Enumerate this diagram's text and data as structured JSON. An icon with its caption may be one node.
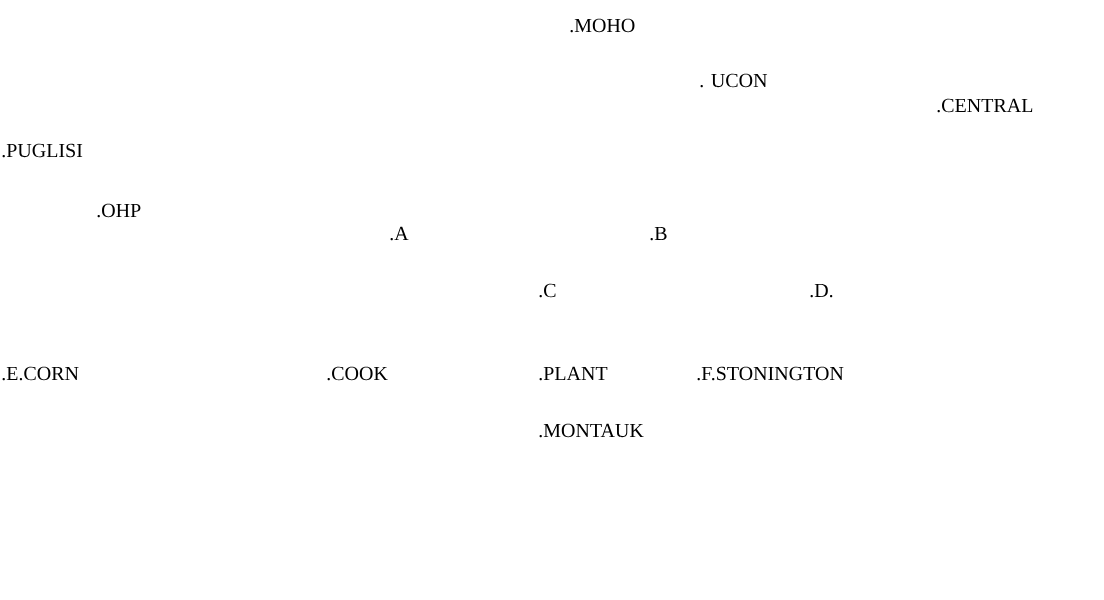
{
  "diagram": {
    "labels": [
      ".MOHO",
      ". UCON",
      ".CENTRAL",
      ".PUGLISI",
      ".OHP",
      ".A",
      ".B",
      ".C",
      ".D.",
      ".E.CORN",
      ".COOK",
      ".PLANT",
      ".F.STONINGTON",
      ".MONTAUK"
    ]
  }
}
